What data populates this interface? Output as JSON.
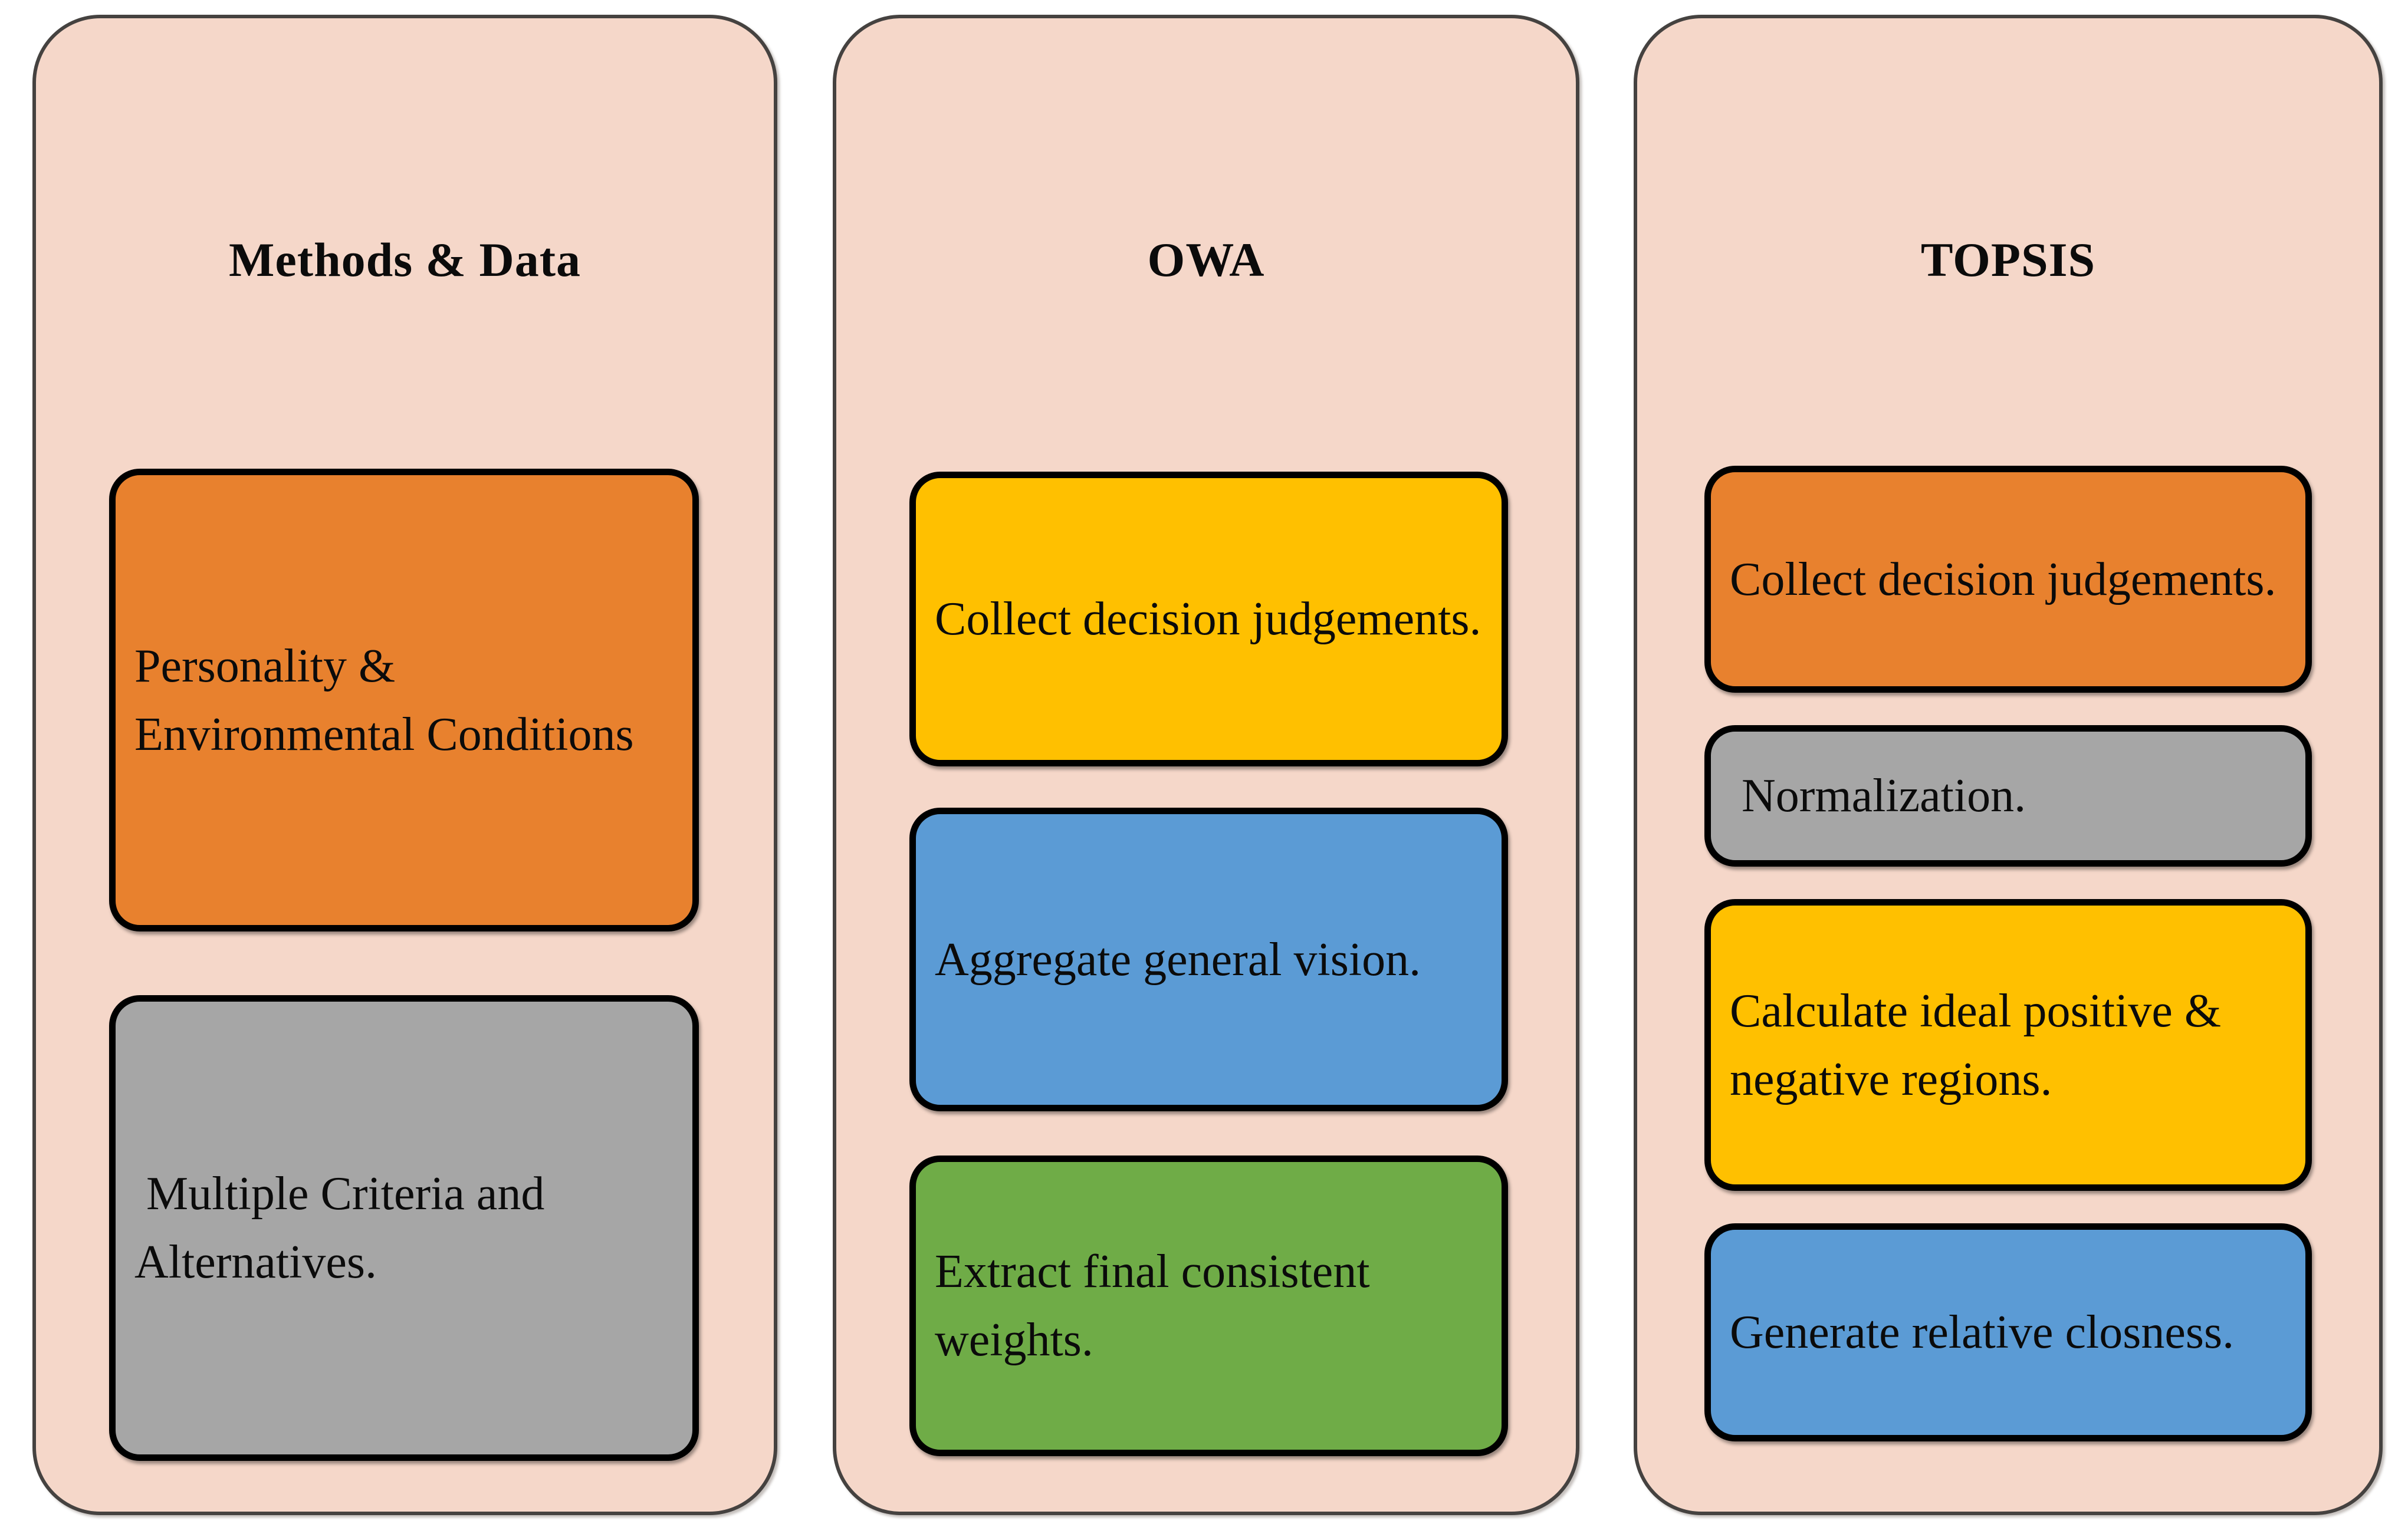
{
  "canvas": {
    "background": "#ffffff",
    "panel_fill": "#F5D7C9",
    "panel_border_color": "#454240",
    "box_border_color": "#000000",
    "text_color": "#0b0b0b",
    "accent_colors": {
      "orange": "#E8812E",
      "gray": "#A6A6A6",
      "yellow": "#FFC000",
      "blue": "#5B9BD5",
      "green": "#6FAC47"
    }
  },
  "columns": [
    {
      "title": "Methods & Data",
      "boxes": [
        {
          "label": "Personality &\nEnvironmental Conditions",
          "color": "#E8812E",
          "color_name": "orange"
        },
        {
          "label": " Multiple Criteria and\nAlternatives.",
          "color": "#A6A6A6",
          "color_name": "gray"
        }
      ]
    },
    {
      "title": "OWA",
      "boxes": [
        {
          "label": "Collect decision judgements.",
          "color": "#FFC000",
          "color_name": "yellow"
        },
        {
          "label": "Aggregate general vision.",
          "color": "#5B9BD5",
          "color_name": "blue"
        },
        {
          "label": "Extract final consistent\nweights.",
          "color": "#6FAC47",
          "color_name": "green"
        }
      ]
    },
    {
      "title": "TOPSIS",
      "boxes": [
        {
          "label": "Collect decision judgements.",
          "color": "#E8812E",
          "color_name": "orange"
        },
        {
          "label": " Normalization.",
          "color": "#A6A6A6",
          "color_name": "gray"
        },
        {
          "label": "Calculate ideal positive &\nnegative regions.",
          "color": "#FFC000",
          "color_name": "yellow"
        },
        {
          "label": "Generate relative closness.",
          "color": "#5B9BD5",
          "color_name": "blue"
        }
      ]
    }
  ]
}
